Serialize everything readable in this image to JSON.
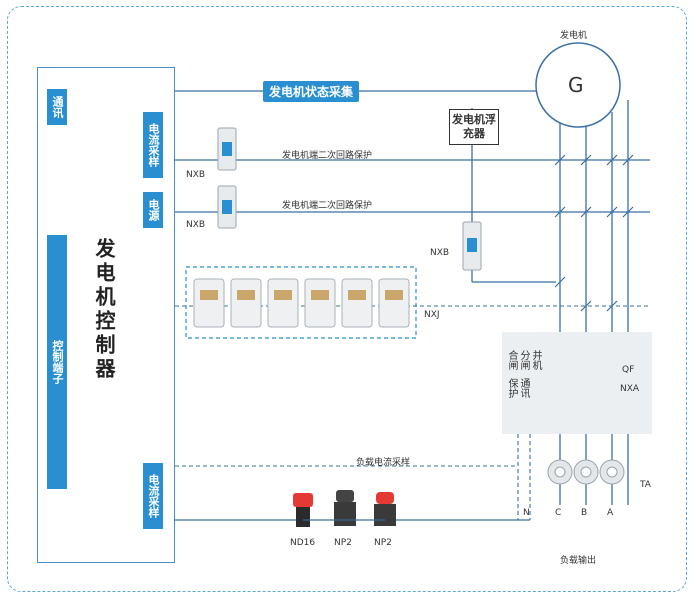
{
  "controller": {
    "title": "发电机控制器",
    "comm_label": "通讯",
    "io_label": "控制端子",
    "current_sample_top": "电流采样",
    "power_label": "电源",
    "current_sample_bottom": "电流采样"
  },
  "generator": {
    "label": "发电机",
    "symbol": "G"
  },
  "status_collect": "发电机状态采集",
  "charger": "发电机浮充器",
  "secondary_protection_1": "发电机端二次回路保护",
  "secondary_protection_2": "发电机端二次回路保护",
  "nxb_1": "NXB",
  "nxb_2": "NXB",
  "nxb_3": "NXB",
  "nxj": "NXJ",
  "qf": "QF",
  "nxa": "NXA",
  "breaker_functions": [
    "合闸",
    "分闸",
    "并机",
    "保护",
    "通讯"
  ],
  "load_current_sample": "负载电流采样",
  "ta": "TA",
  "phases": [
    "N",
    "C",
    "B",
    "A"
  ],
  "nd16": "ND16",
  "np2_1": "NP2",
  "np2_2": "NP2",
  "load_output": "负载输出",
  "colors": {
    "accent": "#2a8fd0",
    "frame": "#5aa7d8",
    "line": "#3a6fa5"
  }
}
